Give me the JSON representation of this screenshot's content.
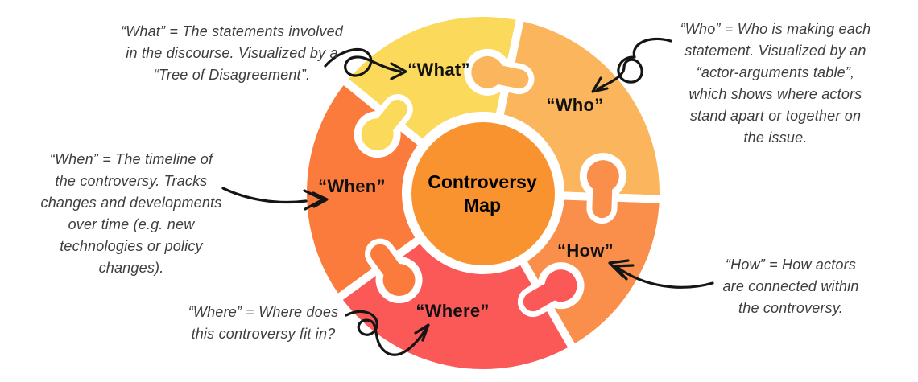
{
  "diagram_title": "Controversy Map",
  "center": {
    "lines": [
      "Controversy",
      "Map"
    ],
    "color": "#F99330"
  },
  "segments": [
    {
      "id": "what",
      "label": "“What”",
      "color": "#FBD95A",
      "start": 219,
      "end": 282
    },
    {
      "id": "who",
      "label": "“Who”",
      "color": "#FBB65D",
      "start": -78,
      "end": 2
    },
    {
      "id": "how",
      "label": "“How”",
      "color": "#FA8F4C",
      "start": 2,
      "end": 60
    },
    {
      "id": "where",
      "label": "“Where”",
      "color": "#FB5858",
      "start": 60,
      "end": 144
    },
    {
      "id": "when",
      "label": "“When”",
      "color": "#FB7B3C",
      "start": 144,
      "end": 219
    }
  ],
  "annotations": {
    "what": {
      "lines": [
        "“What” = The statements involved",
        "in the discourse. Visualized by a",
        "“Tree of Disagreement”."
      ]
    },
    "who": {
      "lines": [
        "“Who” = Who is making each",
        "statement. Visualized by an",
        "“actor-arguments table”,",
        "which shows where actors",
        "stand apart or together on",
        "the issue."
      ]
    },
    "when": {
      "lines": [
        "“When” = The timeline of",
        "the controversy. Tracks",
        "changes and developments",
        "over time (e.g. new",
        "technologies or policy",
        "changes)."
      ]
    },
    "where": {
      "lines": [
        "“Where” = Where does",
        "this controversy fit in?"
      ]
    },
    "how": {
      "lines": [
        "“How” = How actors",
        "are connected within",
        "the controversy."
      ]
    }
  },
  "arrow_color": "#151515",
  "background_color": "#ffffff"
}
